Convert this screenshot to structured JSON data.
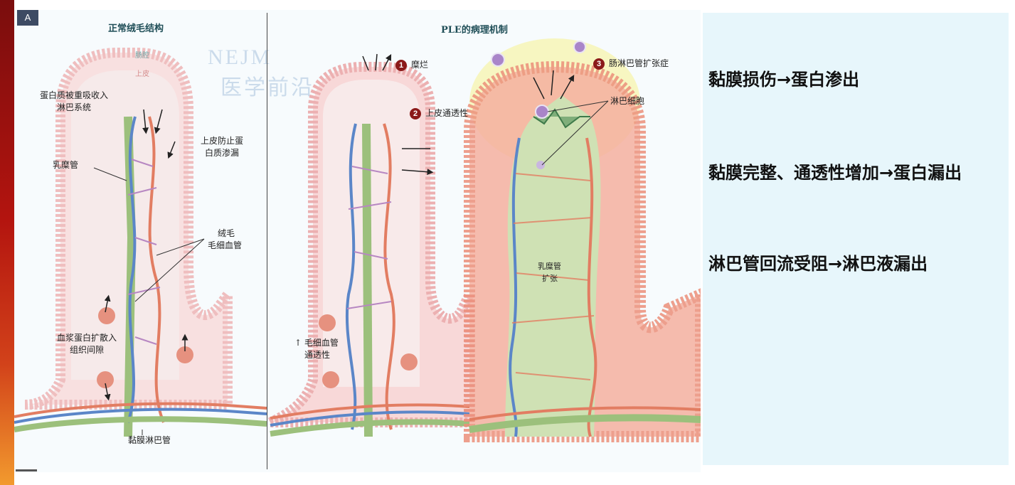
{
  "figure": {
    "panel_tag": "A",
    "normal": {
      "title": "正常绒毛结构",
      "lumen": "肠腔",
      "epithelium": "上皮",
      "protein_absorb": [
        "蛋白质被重吸收入",
        "淋巴系统"
      ],
      "epithelium_prevent": [
        "上皮防止蛋",
        "白质渗漏"
      ],
      "lacteal": "乳糜管",
      "capillary": [
        "绒毛",
        "毛细血管"
      ],
      "plasma_protein": [
        "血浆蛋白扩散入",
        "组织间隙"
      ],
      "mucosal_lymph": "黏膜淋巴管"
    },
    "ple": {
      "title": "PLE的病理机制",
      "step1_num": "1",
      "step1": "糜烂",
      "step2_num": "2",
      "step2": "上皮通透性",
      "step3_num": "3",
      "step3": "肠淋巴管扩张症",
      "lymphocyte": "淋巴细胞",
      "lacteal_dilation": [
        "乳糜管",
        "扩张"
      ],
      "capillary_perm": [
        "↑ 毛细血管",
        "通透性"
      ]
    },
    "watermark": {
      "nejm": "NEJM",
      "cn": "医学前沿"
    }
  },
  "points": [
    "黏膜损伤→蛋白渗出",
    "黏膜完整、通透性增加→蛋白漏出",
    "淋巴管回流受阻→淋巴液漏出"
  ],
  "colors": {
    "vein": "#5b86c8",
    "artery": "#e27d62",
    "lacteal": "#a8c98a",
    "epithelium": "#f1b9b9",
    "right_bg": "#e7f6fb"
  }
}
